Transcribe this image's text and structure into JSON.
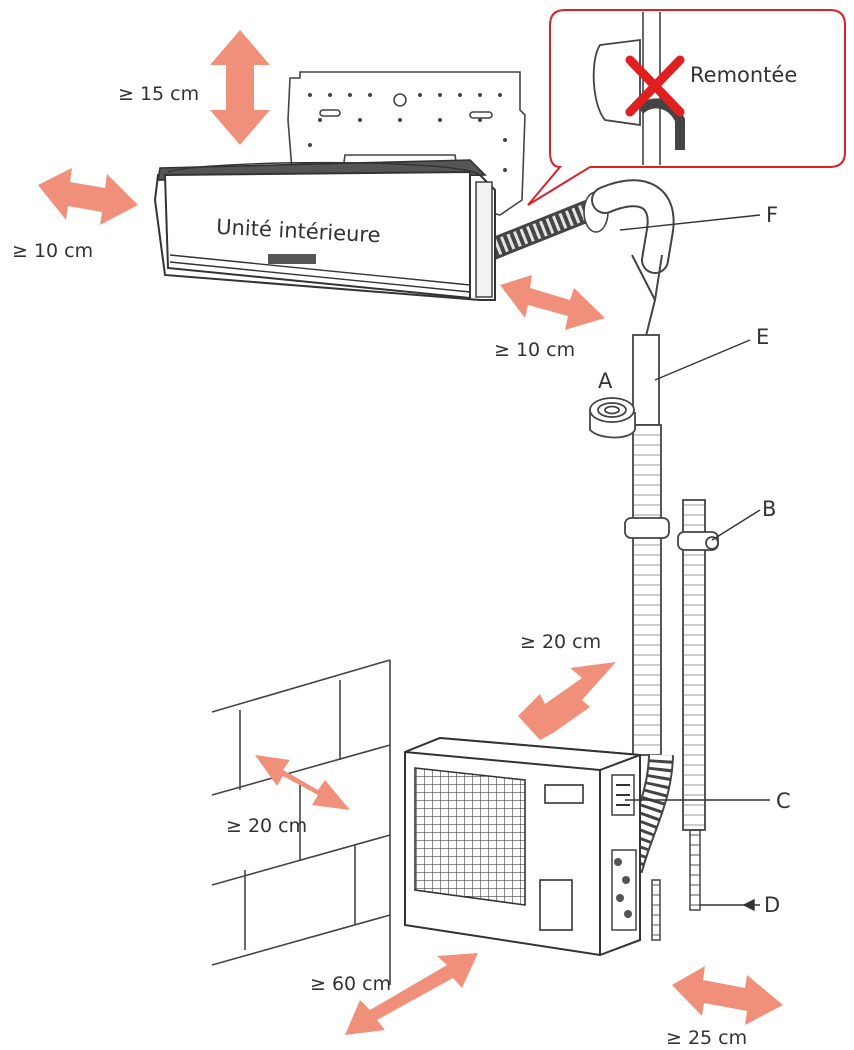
{
  "inset": {
    "label": "Remontée",
    "border_color": "#d8232a",
    "mark": "red-x-icon"
  },
  "indoor_unit": {
    "label": "Unité intérieure"
  },
  "clearances": {
    "top": "≥ 15 cm",
    "left": "≥ 10 cm",
    "right": "≥ 10 cm",
    "behind_outdoor": "≥ 20 cm",
    "wall_side": "≥ 20 cm",
    "front": "≥ 60 cm",
    "right_outdoor": "≥ 25 cm",
    "arrow_color": "#f0907a"
  },
  "callouts": {
    "A": "A",
    "B": "B",
    "C": "C",
    "D": "D",
    "E": "E",
    "F": "F"
  }
}
